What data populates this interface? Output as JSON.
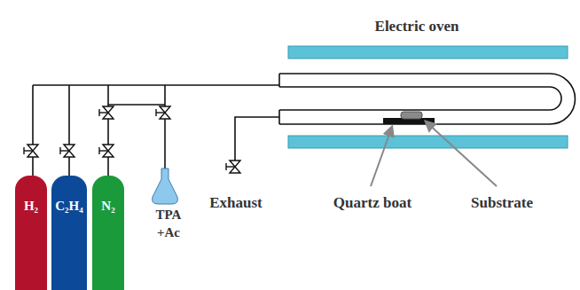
{
  "diagram": {
    "nodes": [
      {
        "text": [
          "H₂"
        ]
      },
      {
        "text": [
          "C₂H₄"
        ]
      },
      {
        "text": [
          "N₂"
        ]
      }
    ],
    "labels": [
      "Electric oven",
      "TPA +Ac",
      "Exhaust",
      "Quartz boat",
      "Substrate"
    ]
  }
}
